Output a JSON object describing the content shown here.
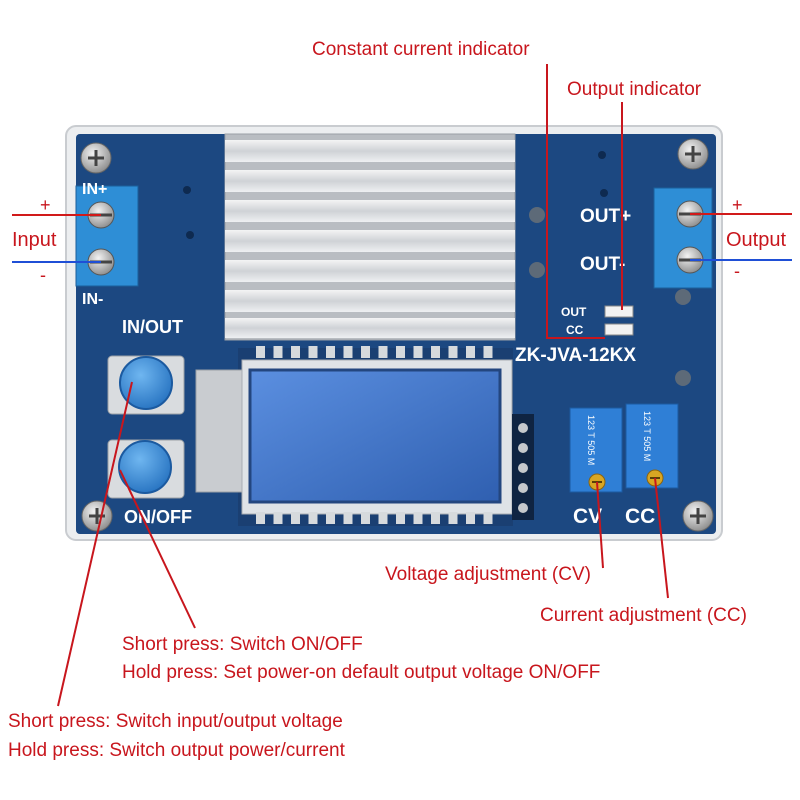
{
  "board": {
    "model": "ZK-JVA-12KX",
    "silk_in_plus": "IN+",
    "silk_in_minus": "IN-",
    "silk_out_plus": "OUT+",
    "silk_out_minus": "OUT-",
    "silk_in_out": "IN/OUT",
    "silk_on_off": "ON/OFF",
    "silk_out_led": "OUT",
    "silk_cc_led": "CC",
    "silk_cv": "CV",
    "silk_cc": "CC",
    "pot_left_text": "123 T 505 M",
    "pot_right_text": "123 T 505 M"
  },
  "labels": {
    "constant_current_indicator": "Constant current indicator",
    "output_indicator": "Output indicator",
    "input": "Input",
    "input_plus": "+",
    "input_minus": "-",
    "output": "Output",
    "output_plus": "+",
    "output_minus": "-",
    "voltage_adjustment": "Voltage adjustment (CV)",
    "current_adjustment": "Current adjustment (CC)",
    "onoff_short": "Short press: Switch ON/OFF",
    "onoff_hold": "Hold press: Set power-on default output voltage ON/OFF",
    "inout_short": "Short press: Switch input/output voltage",
    "inout_hold": "Hold press: Switch output power/current"
  },
  "colors": {
    "annotation_red": "#c8161d",
    "wire_blue": "#1f4fd6",
    "pcb_blue": "#1d4f8c",
    "terminal_blue": "#2f8fd0",
    "button_blue": "#3a8fd8",
    "lcd_blue": "#3e74c8"
  }
}
